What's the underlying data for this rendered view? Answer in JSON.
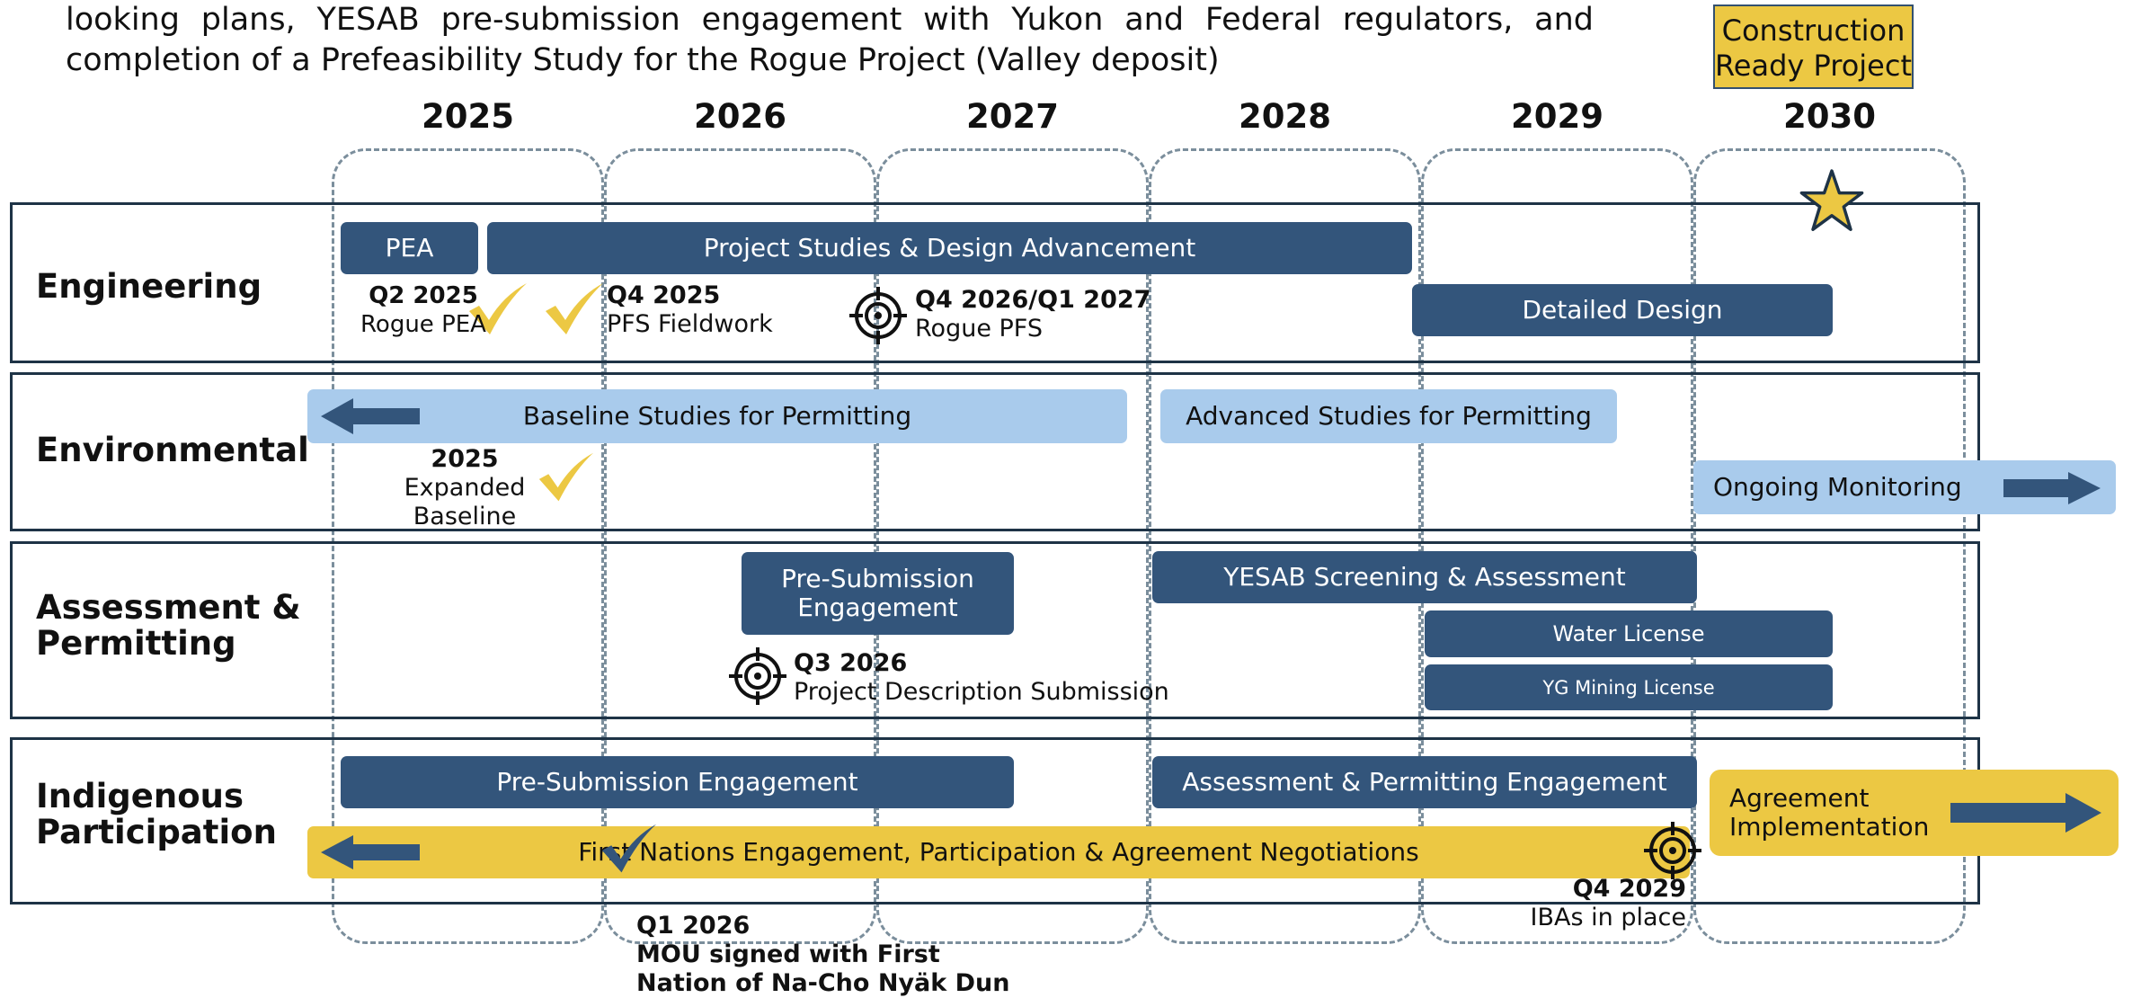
{
  "intro_text": "looking plans, YESAB pre-submission engagement with Yukon and Federal regulators, and completion of a Prefeasibility Study for the Rogue Project (Valley deposit)",
  "callout": "Construction Ready Project",
  "years": [
    "2025",
    "2026",
    "2027",
    "2028",
    "2029",
    "2030"
  ],
  "rows": {
    "engineering": "Engineering",
    "environmental": "Environmental",
    "assessment_l1": "Assessment &",
    "assessment_l2": "Permitting",
    "indigenous_l1": "Indigenous",
    "indigenous_l2": "Participation"
  },
  "bars": {
    "pea": "PEA",
    "studies": "Project Studies & Design Advancement",
    "detailed": "Detailed Design",
    "baseline": "Baseline Studies for Permitting",
    "advanced": "Advanced Studies for Permitting",
    "monitoring": "Ongoing Monitoring",
    "presub_l1": "Pre-Submission",
    "presub_l2": "Engagement",
    "yesab": "YESAB Screening & Assessment",
    "water": "Water License",
    "yg": "YG Mining License",
    "ip_presub": "Pre-Submission Engagement",
    "ap_engage": "Assessment & Permitting Engagement",
    "agree_l1": "Agreement",
    "agree_l2": "Implementation",
    "fn": "First Nations Engagement, Participation & Agreement Negotiations"
  },
  "milestones": {
    "m1_date": "Q2 2025",
    "m1_text": "Rogue PEA",
    "m2_date": "Q4 2025",
    "m2_text": "PFS Fieldwork",
    "m3_date": "Q4 2026/Q1 2027",
    "m3_text": "Rogue PFS",
    "m4_date": "2025",
    "m4_l1": "Expanded",
    "m4_l2": "Baseline",
    "m5_date": "Q3 2026",
    "m5_text": "Project Description Submission",
    "m6_date": "Q4 2029",
    "m6_text": "IBAs in place",
    "m7_date": "Q1 2026",
    "m7_l1": "MOU signed with First",
    "m7_l2": "Nation of Na-Cho Nyäk Dun"
  },
  "colors": {
    "dark_bar": "#33557b",
    "light_bar": "#a9cbec",
    "gold": "#ecc843",
    "row_border": "#1e3346",
    "dashed_column": "#7b8e9c"
  },
  "icons": [
    "checkmark-icon",
    "target-icon",
    "star-icon",
    "arrow-left-icon",
    "arrow-right-icon"
  ]
}
